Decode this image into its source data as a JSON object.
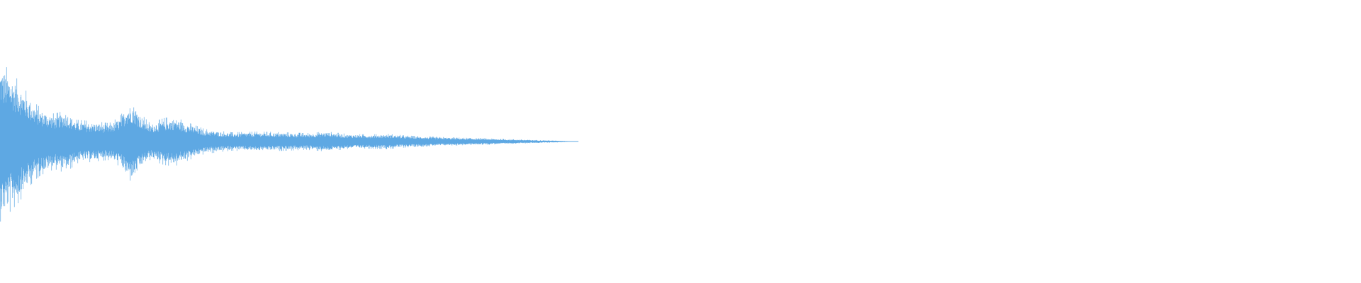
{
  "waveform": {
    "color": "#5ea8e3",
    "background": "#ffffff",
    "envelope": [
      [
        0.0,
        0.96
      ],
      [
        0.003,
        0.92
      ],
      [
        0.008,
        0.83
      ],
      [
        0.014,
        0.72
      ],
      [
        0.02,
        0.58
      ],
      [
        0.024,
        0.48
      ],
      [
        0.03,
        0.4
      ],
      [
        0.04,
        0.33
      ],
      [
        0.048,
        0.38
      ],
      [
        0.056,
        0.26
      ],
      [
        0.07,
        0.24
      ],
      [
        0.08,
        0.22
      ],
      [
        0.088,
        0.3
      ],
      [
        0.093,
        0.46
      ],
      [
        0.098,
        0.48
      ],
      [
        0.103,
        0.34
      ],
      [
        0.11,
        0.22
      ],
      [
        0.12,
        0.28
      ],
      [
        0.128,
        0.3
      ],
      [
        0.136,
        0.24
      ],
      [
        0.15,
        0.15
      ],
      [
        0.17,
        0.11
      ],
      [
        0.19,
        0.12
      ],
      [
        0.21,
        0.11
      ],
      [
        0.225,
        0.1
      ],
      [
        0.24,
        0.12
      ],
      [
        0.255,
        0.09
      ],
      [
        0.27,
        0.085
      ],
      [
        0.285,
        0.09
      ],
      [
        0.3,
        0.07
      ],
      [
        0.32,
        0.055
      ],
      [
        0.34,
        0.045
      ],
      [
        0.36,
        0.035
      ],
      [
        0.38,
        0.025
      ],
      [
        0.4,
        0.015
      ],
      [
        0.415,
        0.008
      ],
      [
        0.42,
        0.0
      ]
    ],
    "peak_amplitude": 0.96,
    "duration_fraction": 0.42
  }
}
